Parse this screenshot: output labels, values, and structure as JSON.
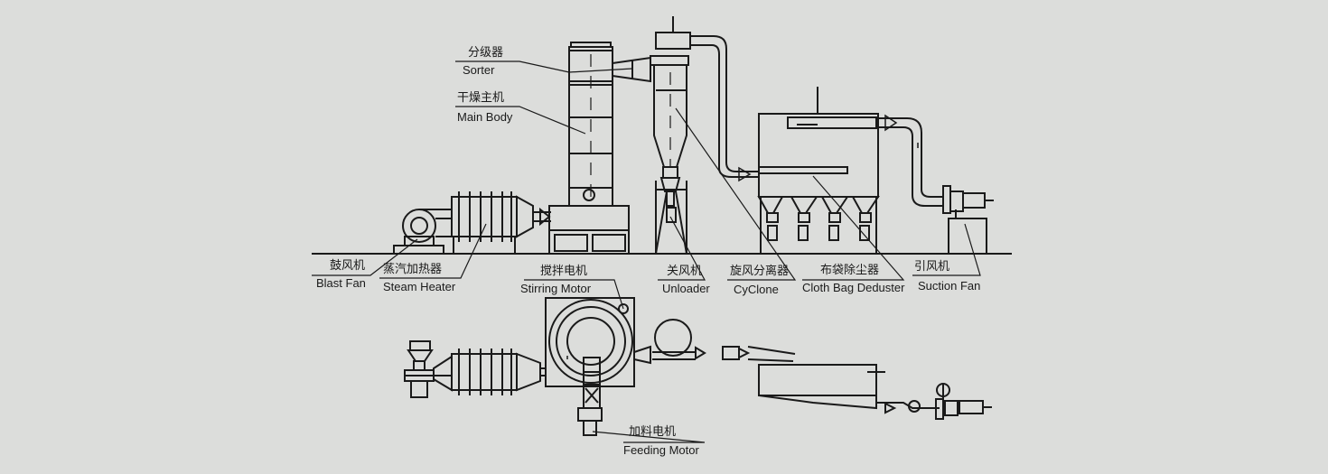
{
  "labels": {
    "sorter_cn": "分级器",
    "sorter_en": "Sorter",
    "main_body_cn": "干燥主机",
    "main_body_en": "Main Body",
    "blast_fan_cn": "鼓风机",
    "blast_fan_en": "Blast Fan",
    "steam_heater_cn": "蒸汽加热器",
    "steam_heater_en": "Steam Heater",
    "stirring_motor_cn": "搅拌电机",
    "stirring_motor_en": "Stirring Motor",
    "unloader_cn": "关风机",
    "unloader_en": "Unloader",
    "cyclone_cn": "旋风分离器",
    "cyclone_en": "CyClone",
    "cloth_bag_cn": "布袋除尘器",
    "cloth_bag_en": "Cloth Bag Deduster",
    "suction_fan_cn": "引风机",
    "suction_fan_en": "Suction Fan",
    "feeding_motor_cn": "加料电机",
    "feeding_motor_en": "Feeding Motor"
  },
  "colors": {
    "background": "#dcdddb",
    "line": "#1a1a1a"
  }
}
